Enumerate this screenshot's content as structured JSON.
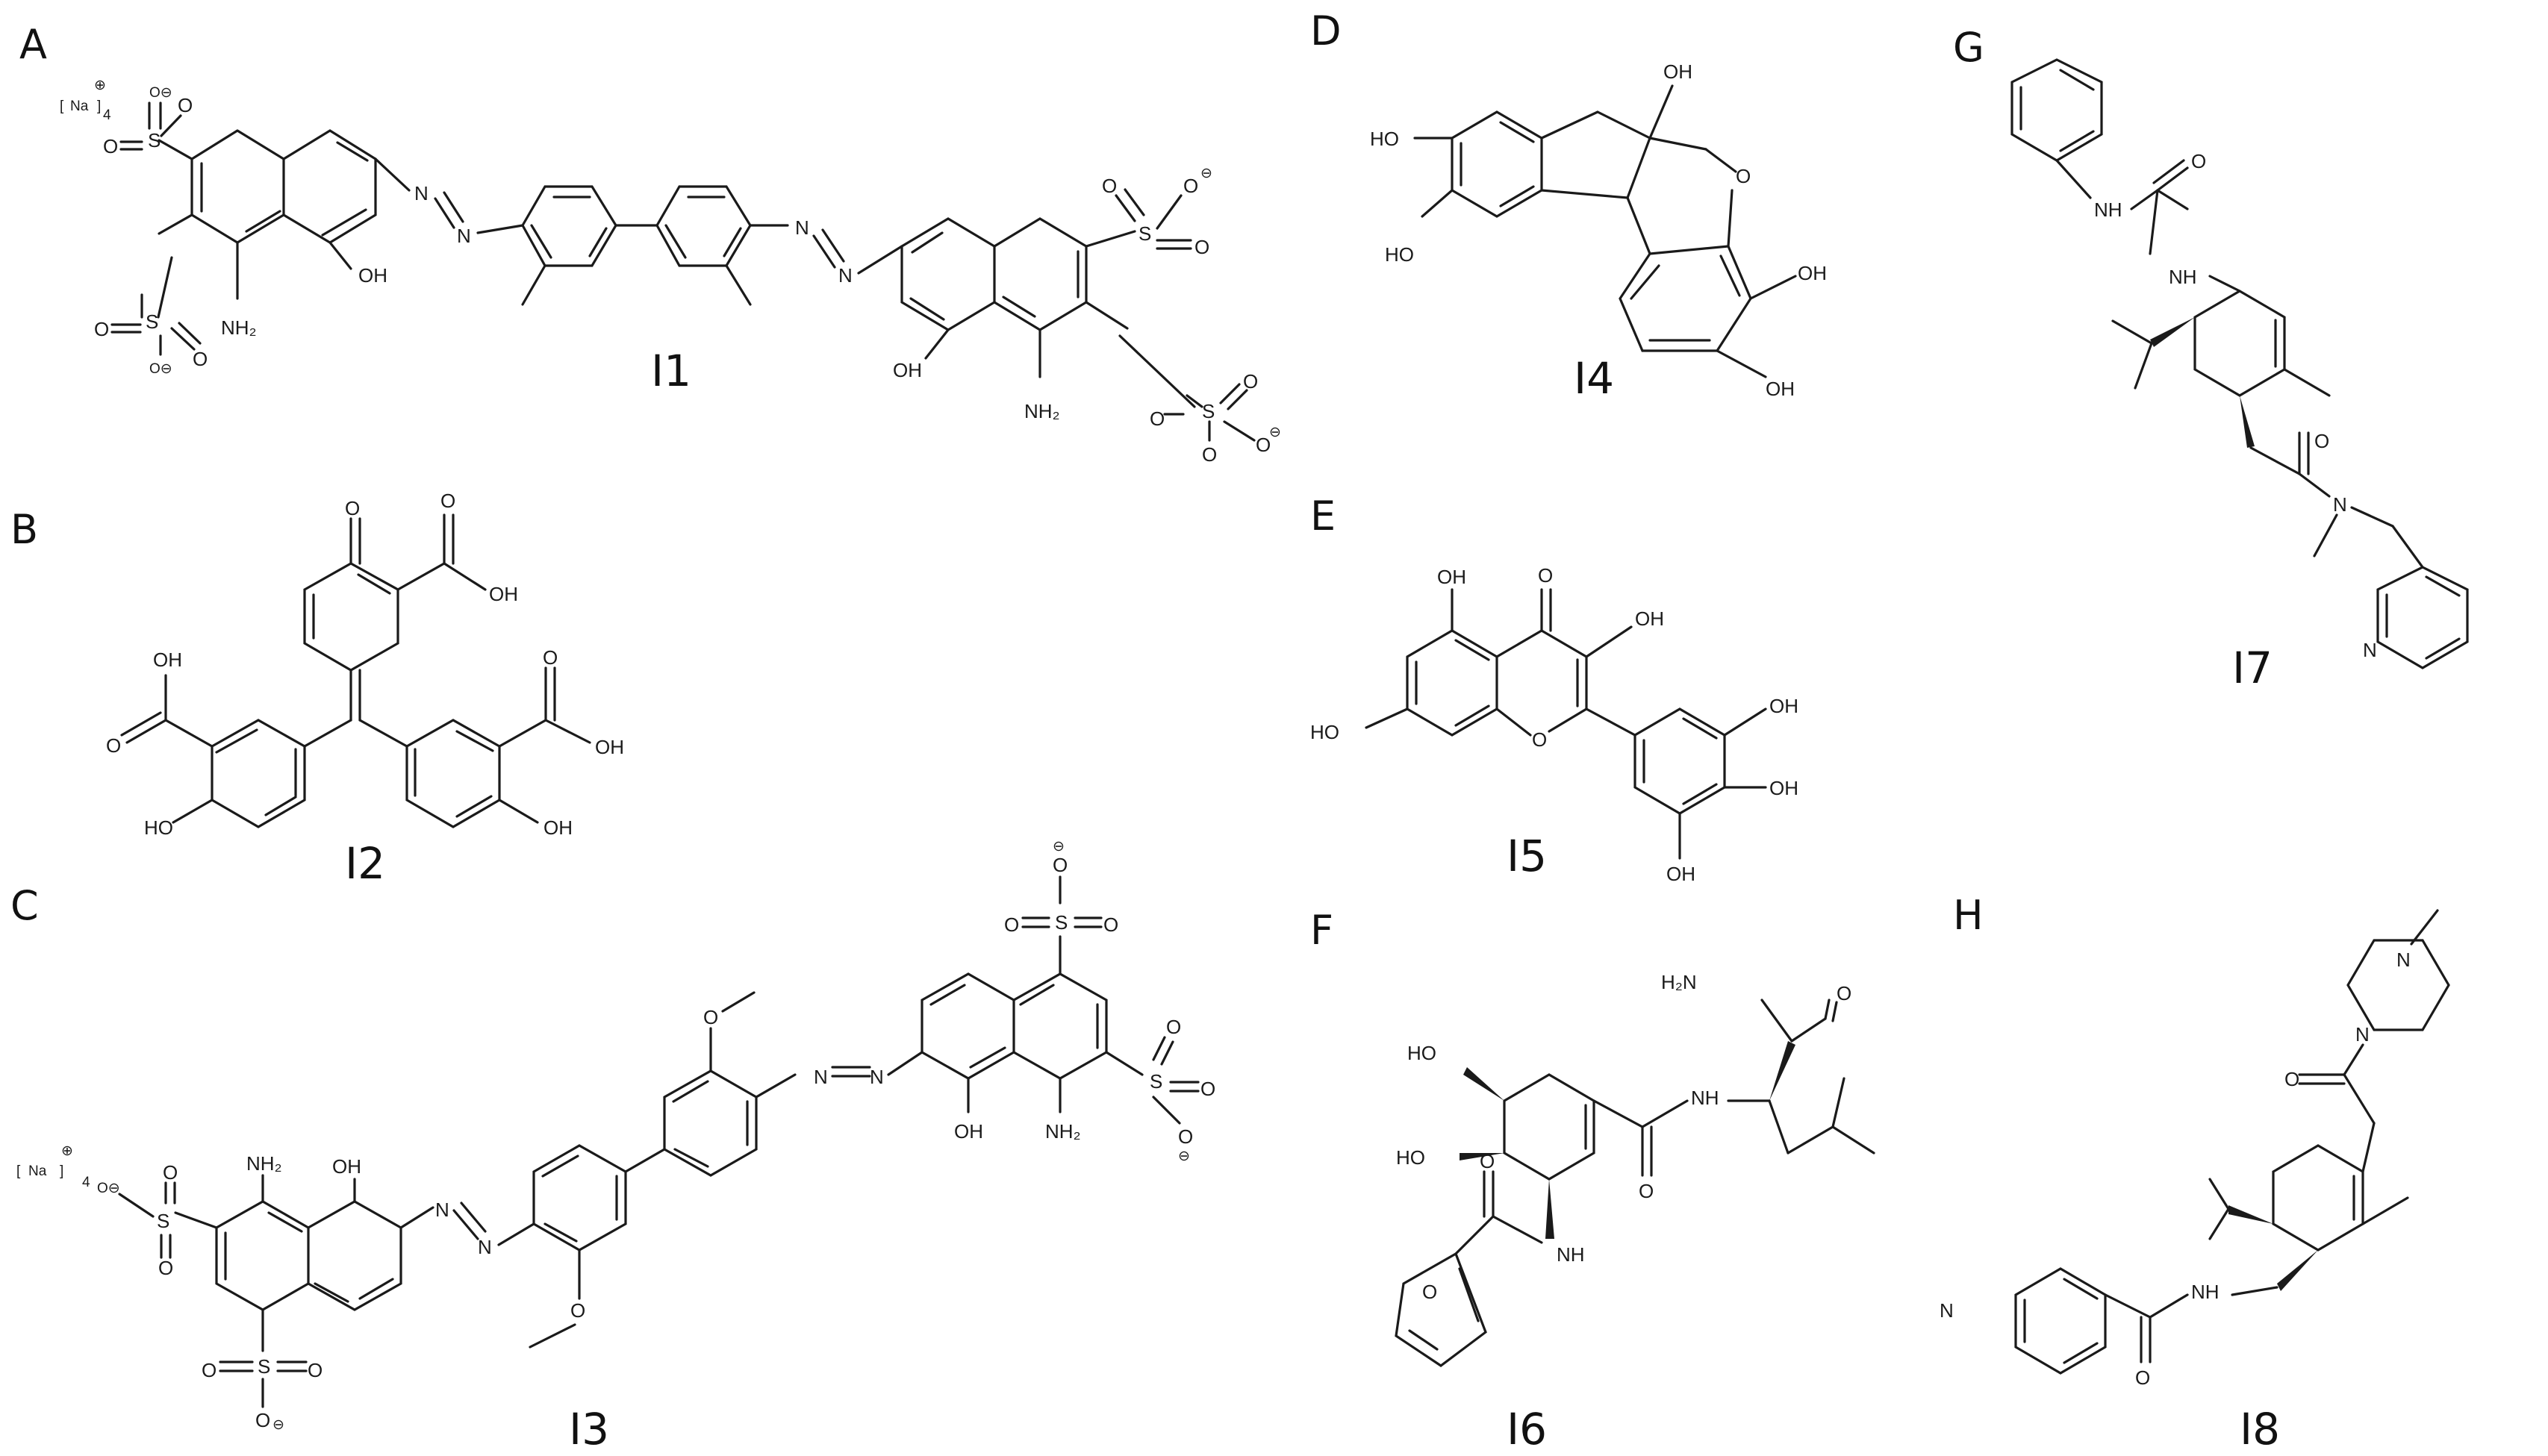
{
  "panels": [
    {
      "letter": "A",
      "compound": "I1"
    },
    {
      "letter": "B",
      "compound": "I2"
    },
    {
      "letter": "C",
      "compound": "I3"
    },
    {
      "letter": "D",
      "compound": "I4"
    },
    {
      "letter": "E",
      "compound": "I5"
    },
    {
      "letter": "F",
      "compound": "I6"
    },
    {
      "letter": "G",
      "compound": "I7"
    },
    {
      "letter": "H",
      "compound": "I8"
    }
  ],
  "atoms": {
    "O": "O",
    "OH": "OH",
    "HO": "HO",
    "N": "N",
    "NH": "NH",
    "NH2": "NH₂",
    "H2N": "H₂N",
    "S": "S",
    "Na": "Na",
    "neg": "⊖",
    "pos": "⊕",
    "four": "4",
    "O_neg": "O⊖",
    "bracket_l": "[",
    "bracket_r": "]"
  },
  "colors": {
    "ink": "#1a1a1a",
    "background": "#ffffff"
  }
}
